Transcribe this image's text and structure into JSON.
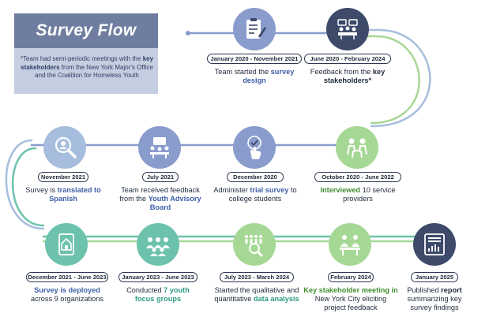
{
  "title": "Survey Flow",
  "note": {
    "part1": "*Team had semi-periodic meetings with the ",
    "bold": "key stakeholders",
    "part2": " from the New York Major's Office and the Coalition for Homeless Youth"
  },
  "colors": {
    "blue": "#8a9ccc",
    "light_blue": "#a7bddd",
    "green": "#a6d895",
    "teal": "#6cc2ad",
    "dark": "#3d4a6a",
    "title_bar": "#6f7ea0"
  },
  "steps": [
    {
      "date": "January 2020 - November 2021",
      "pre": "Team started the ",
      "hl": "survey design",
      "post": "",
      "icon": "clipboard-pencil-icon"
    },
    {
      "date": "June 2020 - February 2024",
      "pre": "Feedback from the ",
      "hl": "key stakeholders*",
      "post": "",
      "icon": "meeting-table-icon"
    },
    {
      "date": "October 2020 - June 2022",
      "pre": "",
      "hl": "Interviewed",
      "post": " 10 service providers",
      "icon": "interview-icon"
    },
    {
      "date": "December 2020",
      "pre": "Administer ",
      "hl": "trial survey",
      "post": " to college students",
      "icon": "touch-app-icon"
    },
    {
      "date": "July 2021",
      "pre": "Team received feedback  from the ",
      "hl": "Youth Advisory Board",
      "post": "",
      "icon": "board-meeting-icon"
    },
    {
      "date": "November 2021",
      "pre": "Survey is ",
      "hl": "translated to Spanish",
      "post": "",
      "icon": "search-person-icon"
    },
    {
      "date": "December 2021 - June 2023",
      "pre": "",
      "hl": "Survey is deployed",
      "post": " across 9 organizations",
      "icon": "home-clipboard-icon"
    },
    {
      "date": "January 2023 - June 2023",
      "pre": "Conducted  ",
      "hl": "7 youth focus groups",
      "post": "",
      "icon": "group-icon"
    },
    {
      "date": "July 2023 - March 2024",
      "pre": "Started the qualitative and quantitative ",
      "hl": "data analysis",
      "post": "",
      "icon": "people-analysis-icon"
    },
    {
      "date": "February 2024",
      "pre": "",
      "hl": "Key stakeholder meeting in",
      "post": " New York City eliciting project feedback",
      "icon": "stakeholder-meeting-icon"
    },
    {
      "date": "January 2025",
      "pre": "Published ",
      "hl": "report",
      "post": " summarizing key survey findings",
      "icon": "report-icon"
    }
  ]
}
